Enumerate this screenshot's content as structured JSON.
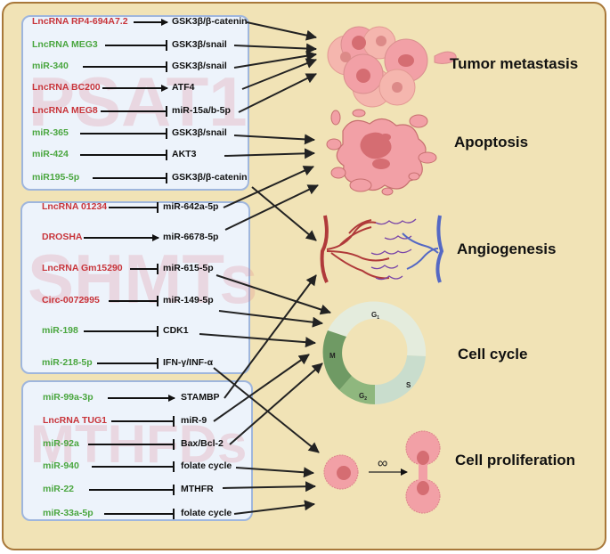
{
  "groups": [
    {
      "watermark": "PSAT1",
      "rows": [
        {
          "regulator": "LncRNA RP4-694A7.2",
          "regulator_color": "red",
          "relation": "activates",
          "target": "GSK3β/β-catenin",
          "outcome": "Tumor metastasis"
        },
        {
          "regulator": "LncRNA MEG3",
          "regulator_color": "green",
          "relation": "inhibits",
          "target": "GSK3β/snail",
          "outcome": "Tumor metastasis"
        },
        {
          "regulator": "miR-340",
          "regulator_color": "green",
          "relation": "inhibits",
          "target": "GSK3β/snail",
          "outcome": "Tumor metastasis"
        },
        {
          "regulator": "LncRNA BC200",
          "regulator_color": "red",
          "relation": "activates",
          "target": "ATF4",
          "outcome": "Tumor metastasis"
        },
        {
          "regulator": "LncRNA MEG8",
          "regulator_color": "red",
          "relation": "inhibits",
          "target": "miR-15a/b-5p",
          "outcome": "Tumor metastasis"
        },
        {
          "regulator": "miR-365",
          "regulator_color": "green",
          "relation": "inhibits",
          "target": "GSK3β/snail",
          "outcome": "Apoptosis"
        },
        {
          "regulator": "miR-424",
          "regulator_color": "green",
          "relation": "inhibits",
          "target": "AKT3",
          "outcome": "Apoptosis"
        },
        {
          "regulator": "miR195-5p",
          "regulator_color": "green",
          "relation": "inhibits",
          "target": "GSK3β/β-catenin",
          "outcome": "Angiogenesis"
        }
      ]
    },
    {
      "watermark": "SHMTs",
      "rows": [
        {
          "regulator": "LncRNA 01234",
          "regulator_color": "red",
          "relation": "inhibits",
          "target": "miR-642a-5p",
          "outcome": "Apoptosis"
        },
        {
          "regulator": "DROSHA",
          "regulator_color": "red",
          "relation": "activates",
          "target": "miR-6678-5p",
          "outcome": "Apoptosis"
        },
        {
          "regulator": "LncRNA Gm15290",
          "regulator_color": "red",
          "relation": "inhibits",
          "target": "miR-615-5p",
          "outcome": "Cell cycle"
        },
        {
          "regulator": "Circ-0072995",
          "regulator_color": "red",
          "relation": "inhibits",
          "target": "miR-149-5p",
          "outcome": "Cell cycle"
        },
        {
          "regulator": "miR-198",
          "regulator_color": "green",
          "relation": "inhibits",
          "target": "CDK1",
          "outcome": "Cell cycle"
        },
        {
          "regulator": "miR-218-5p",
          "regulator_color": "green",
          "relation": "inhibits",
          "target": "IFN-γ/INF-α",
          "outcome": "Cell proliferation"
        }
      ]
    },
    {
      "watermark": "MTHFDs",
      "rows": [
        {
          "regulator": "miR-99a-3p",
          "regulator_color": "green",
          "relation": "activates",
          "target": "STAMBP",
          "outcome": "Angiogenesis"
        },
        {
          "regulator": "LncRNA TUG1",
          "regulator_color": "red",
          "relation": "inhibits",
          "target": "miR-9",
          "outcome": "Cell cycle"
        },
        {
          "regulator": "miR-92a",
          "regulator_color": "green",
          "relation": "inhibits",
          "target": "Bax/Bcl-2",
          "outcome": "Cell cycle"
        },
        {
          "regulator": "miR-940",
          "regulator_color": "green",
          "relation": "inhibits",
          "target": "folate cycle",
          "outcome": "Cell proliferation"
        },
        {
          "regulator": "miR-22",
          "regulator_color": "green",
          "relation": "inhibits",
          "target": "MTHFR",
          "outcome": "Cell proliferation"
        },
        {
          "regulator": "miR-33a-5p",
          "regulator_color": "green",
          "relation": "inhibits",
          "target": "folate cycle",
          "outcome": "Cell proliferation"
        }
      ]
    }
  ],
  "outcomes": [
    {
      "label": "Tumor metastasis",
      "icon": "tumor-metastasis-cells-icon"
    },
    {
      "label": "Apoptosis",
      "icon": "apoptotic-cell-icon"
    },
    {
      "label": "Angiogenesis",
      "icon": "blood-vessels-icon"
    },
    {
      "label": "Cell cycle",
      "icon": "cell-cycle-ring-icon"
    },
    {
      "label": "Cell proliferation",
      "icon": "dividing-cell-icon"
    }
  ],
  "cell_cycle_phases": [
    "G1",
    "S",
    "G2",
    "M"
  ],
  "proliferation_symbol": "∞",
  "colors": {
    "background": "#f1e3b6",
    "frame_border": "#a8783a",
    "group_fill": "#edf3fb",
    "group_border": "#9fb6dd",
    "regulator_red": "#c8343a",
    "regulator_green": "#4aa63f",
    "cell_pink": "#f2a0a6",
    "artery_red": "#b03a3a",
    "vein_blue": "#5468c4"
  }
}
